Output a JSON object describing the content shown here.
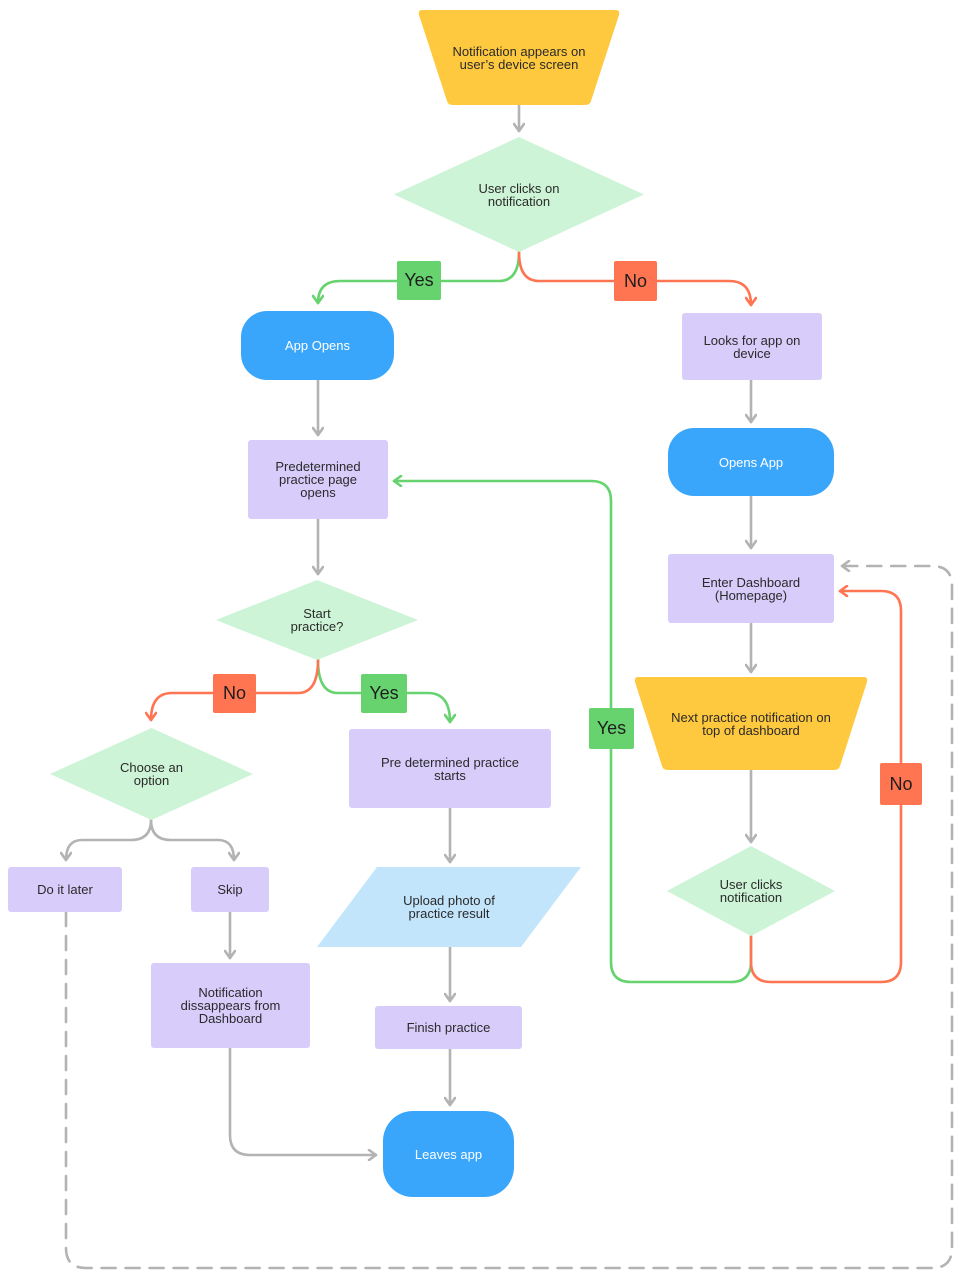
{
  "colors": {
    "process": "#d8ccfb",
    "terminal": "#3aa6fb",
    "decision": "#cdf4d6",
    "notification": "#ffc93f",
    "data": "#c3e5fc",
    "yes": "#66d36f",
    "no": "#ff7451",
    "connector": "#b3b3b3"
  },
  "nodes": {
    "notif_appears": "Notification appears on user’s device screen",
    "user_clicks": "User clicks on notification",
    "app_opens": "App Opens",
    "looks_for_app": "Looks for app on device",
    "opens_app": "Opens App",
    "predetermined_page": "Predetermined practice page opens",
    "enter_dashboard": "Enter Dashboard (Homepage)",
    "next_notif": "Next practice notification on top of dashboard",
    "start_practice": "Start practice?",
    "choose_option": "Choose an option",
    "practice_starts": "Pre determined practice starts",
    "user_clicks_notif": "User clicks notification",
    "do_it_later": "Do it later",
    "skip": "Skip",
    "upload_photo": "Upload photo of practice result",
    "notif_disappears": "Notification dissappears from Dashboard",
    "finish_practice": "Finish practice",
    "leaves_app": "Leaves app"
  },
  "badges": {
    "yes_top": "Yes",
    "no_top": "No",
    "no_start": "No",
    "yes_start": "Yes",
    "yes_loop": "Yes",
    "no_loop": "No"
  }
}
